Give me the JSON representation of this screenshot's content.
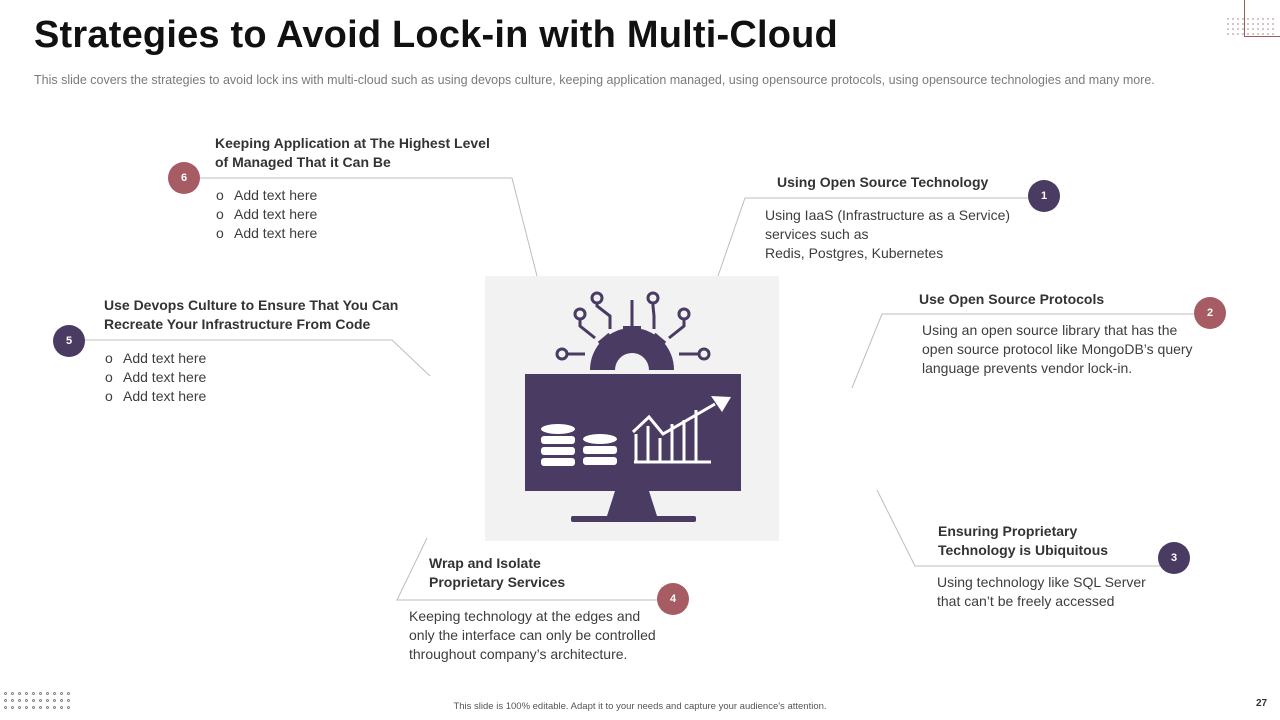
{
  "header": {
    "title": "Strategies to Avoid Lock-in with Multi-Cloud",
    "subtitle": "This slide covers the strategies to avoid lock ins with multi-cloud such as using devops culture, keeping application managed, using opensource protocols, using opensource technologies and many more."
  },
  "items": [
    {
      "number": "1",
      "heading_lines": [
        "Using Open Source Technology"
      ],
      "body_lines": [
        "Using IaaS (Infrastructure as a Service)",
        "services such as",
        "Redis, Postgres, Kubernetes"
      ]
    },
    {
      "number": "2",
      "heading_lines": [
        "Use Open Source Protocols"
      ],
      "body_lines": [
        "Using an open source library that has the",
        "open source protocol like MongoDB’s query",
        "language prevents vendor lock-in."
      ]
    },
    {
      "number": "3",
      "heading_lines": [
        "Ensuring Proprietary",
        "Technology is Ubiquitous"
      ],
      "body_lines": [
        "Using technology like SQL Server",
        "that can’t be freely accessed"
      ]
    },
    {
      "number": "4",
      "heading_lines": [
        "Wrap and Isolate",
        "Proprietary Services"
      ],
      "body_lines": [
        "Keeping technology at the edges and",
        "only the interface can only be controlled",
        "throughout company’s architecture."
      ]
    },
    {
      "number": "5",
      "heading_lines": [
        "Use Devops Culture to Ensure That You Can",
        "Recreate Your Infrastructure From Code"
      ],
      "bullets": [
        "Add text here",
        "Add text here",
        "Add text here"
      ]
    },
    {
      "number": "6",
      "heading_lines": [
        "Keeping Application at The Highest Level",
        "of Managed That it Can Be"
      ],
      "bullets": [
        "Add text here",
        "Add text here",
        "Add text here"
      ]
    }
  ],
  "center_icon": "monitor-with-gear-circuit-database-and-growth-chart-icon",
  "colors": {
    "dark": "#4a3b62",
    "rose": "#a65c62",
    "panel": "#f2f2f2"
  },
  "footer": {
    "text": "This slide is 100% editable. Adapt it to your needs and capture your audience's attention.",
    "page_number": "27"
  }
}
